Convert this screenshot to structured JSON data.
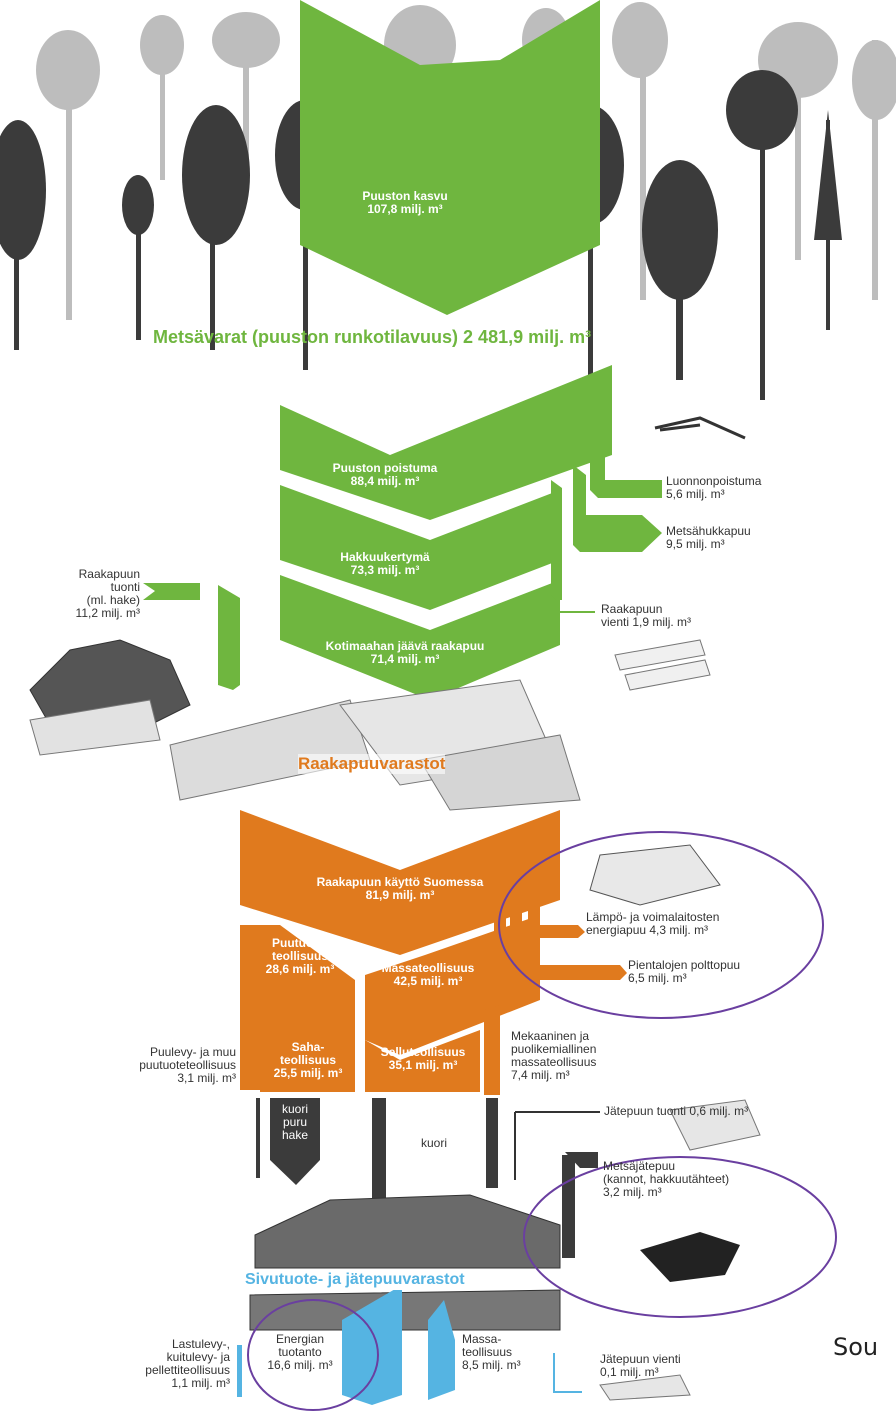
{
  "colors": {
    "green": "#6fb63f",
    "orange": "#e07a1e",
    "blue": "#55b4e2",
    "dark": "#333333",
    "tree_gray": "#b9b9b9",
    "ellipse": "#6a3fa0"
  },
  "top": {
    "growth_name": "Puuston kasvu",
    "growth_value": "107,8 milj. m³",
    "resources": "Metsävarat  (puuston runkotilavuus)  2 481,9 milj. m³"
  },
  "green_flows": {
    "drain_name": "Puuston poistuma",
    "drain_value": "88,4 milj. m³",
    "fellings_name": "Hakkuukertymä",
    "fellings_value": "73,3 milj. m³",
    "domestic_name": "Kotimaahan jäävä raakapuu",
    "domestic_value": "71,4 milj. m³",
    "natural_name": "Luonnonpoistuma",
    "natural_value": "5,6 milj. m³",
    "residue_name": "Metsähukkapuu",
    "residue_value": "9,5 milj. m³",
    "export_name": "Raakapuun",
    "export_value": "vienti 1,9 milj. m³",
    "import_lines": [
      "Raakapuun",
      "tuonti",
      "(ml. hake)",
      "11,2 milj. m³"
    ]
  },
  "storage_label": "Raakapuuvarastot",
  "orange_flows": {
    "use_name": "Raakapuun käyttö Suomessa",
    "use_value": "81,9 milj. m³",
    "wood_products_lines": [
      "Puutuote-",
      "teollisuus",
      "28,6 milj. m³"
    ],
    "pulp_name": "Massateollisuus",
    "pulp_value": "42,5 milj. m³",
    "sawmill_lines": [
      "Saha-",
      "teollisuus",
      "25,5 milj. m³"
    ],
    "cellulose_name": "Selluteollisuus",
    "cellulose_value": "35,1 milj. m³",
    "heat_power_lines": [
      "Lämpö- ja voimalaitosten",
      "energiapuu 4,3 milj. m³"
    ],
    "small_houses_lines": [
      "Pientalojen polttopuu",
      "6,5 milj. m³"
    ],
    "panels_lines": [
      "Puulevy- ja muu",
      "puutuoteteollisuus",
      "3,1 milj. m³"
    ],
    "mechanical_lines": [
      "Mekaaninen ja",
      "puolikemiallinen",
      "massateollisuus",
      "7,4 milj. m³"
    ]
  },
  "residues": {
    "bark_chips_lines": [
      "kuori",
      "puru",
      "hake"
    ],
    "bark": "kuori",
    "waste_import": "Jätepuun tuonti 0,6 milj. m³",
    "stumps_lines": [
      "Metsäjätepuu",
      "(kannot, hakkuutähteet)",
      "3,2 milj. m³"
    ],
    "storage": "Sivutuote- ja jätepuuvarastot"
  },
  "bottom": {
    "particleboard_lines": [
      "Lastulevy-,",
      "kuitulevy- ja",
      "pellettiteollisuus",
      "1,1 milj. m³"
    ],
    "energy_lines": [
      "Energian",
      "tuotanto",
      "16,6 milj. m³"
    ],
    "pulp_lines": [
      "Massa-",
      "teollisuus",
      "8,5 milj. m³"
    ],
    "export_lines": [
      "Jätepuun vienti",
      "0,1 milj. m³"
    ]
  },
  "source_text": "Sou"
}
